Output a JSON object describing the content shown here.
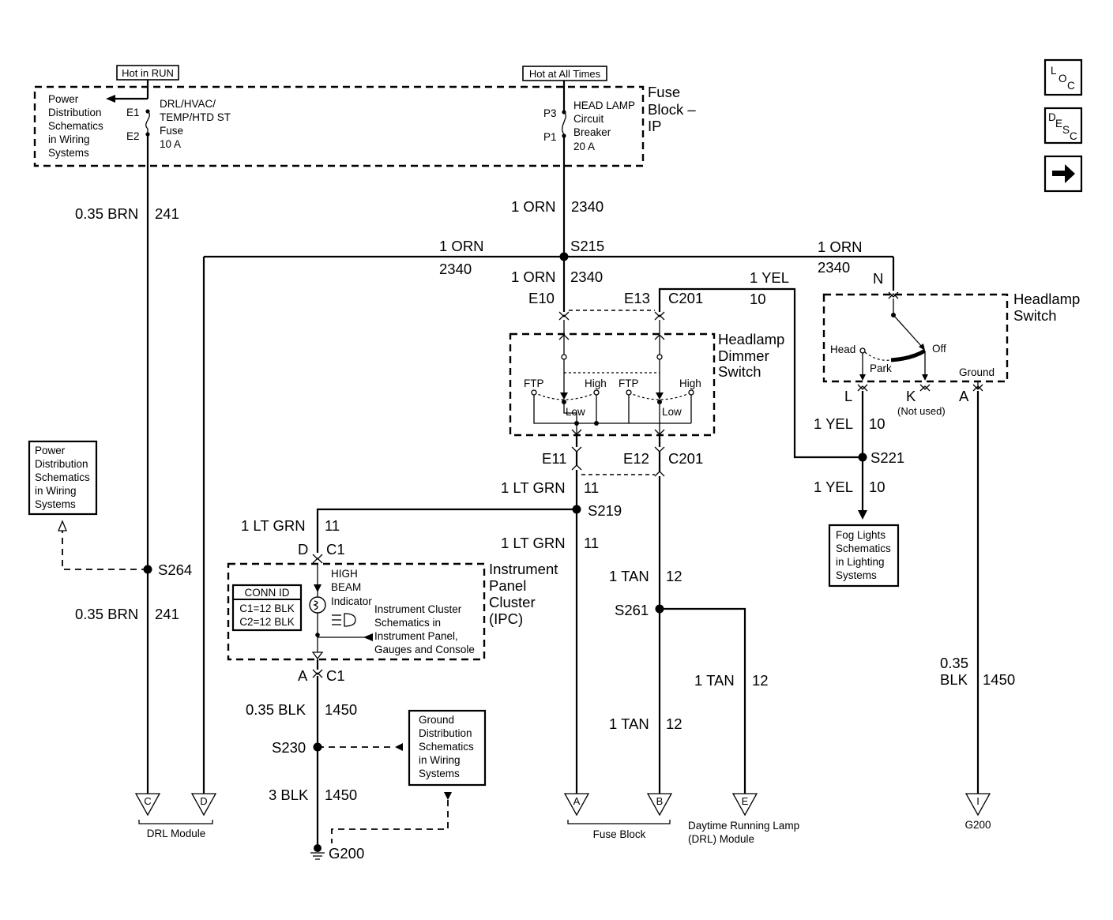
{
  "labels": {
    "hot_run": "Hot in RUN",
    "hot_all": "Hot at All Times",
    "fuse_block_1": "Fuse",
    "fuse_block_2": "Block –",
    "fuse_block_3": "IP",
    "pd1_1": "Power",
    "pd1_2": "Distribution",
    "pd1_3": "Schematics",
    "pd1_4": "in Wiring",
    "pd1_5": "Systems",
    "fuse_e1": "E1",
    "fuse_e2": "E2",
    "fuse_name_1": "DRL/HVAC/",
    "fuse_name_2": "TEMP/HTD ST",
    "fuse_name_3": "Fuse",
    "fuse_name_4": "10 A",
    "cb_p3": "P3",
    "cb_p1": "P1",
    "cb_name_1": "HEAD LAMP",
    "cb_name_2": "Circuit",
    "cb_name_3": "Breaker",
    "cb_name_4": "20 A",
    "w_brn_1": "0.35 BRN",
    "w_241_1": "241",
    "w_orn_top": "1 ORN",
    "w_2340_top": "2340",
    "w_orn_left": "1 ORN",
    "w_2340_left": "2340",
    "s215": "S215",
    "w_orn_mid": "1 ORN",
    "w_2340_mid": "2340",
    "w_orn_right": "1 ORN",
    "w_2340_right": "2340",
    "w_yel_top": "1 YEL",
    "w_10_top": "10",
    "e10": "E10",
    "e13": "E13",
    "c201_top": "C201",
    "pin_n": "N",
    "hl_switch_1": "Headlamp",
    "hl_switch_2": "Switch",
    "sw_head": "Head",
    "sw_off": "Off",
    "sw_park": "Park",
    "sw_ground": "Ground",
    "pin_l": "L",
    "pin_k": "K",
    "pin_a_sw": "A",
    "not_used": "(Not used)",
    "dim_1": "Headlamp",
    "dim_2": "Dimmer",
    "dim_3": "Switch",
    "ftp_1": "FTP",
    "high_1": "High",
    "low_1": "Low",
    "ftp_2": "FTP",
    "high_2": "High",
    "low_2": "Low",
    "w_yel_a": "1 YEL",
    "w_10_a": "10",
    "s221": "S221",
    "w_yel_b": "1 YEL",
    "w_10_b": "10",
    "fog_1": "Fog Lights",
    "fog_2": "Schematics",
    "fog_3": "in Lighting",
    "fog_4": "Systems",
    "e11": "E11",
    "e12": "E12",
    "c201_bot": "C201",
    "w_ltgrn_a": "1 LT GRN",
    "w_11_a": "11",
    "s219": "S219",
    "w_ltgrn_b": "1 LT GRN",
    "w_11_b": "11",
    "pin_d": "D",
    "c1_top": "C1",
    "w_ltgrn_c": "1 LT GRN",
    "w_11_c": "11",
    "pd2_1": "Power",
    "pd2_2": "Distribution",
    "pd2_3": "Schematics",
    "pd2_4": "in Wiring",
    "pd2_5": "Systems",
    "s264": "S264",
    "ipc_1": "Instrument",
    "ipc_2": "Panel",
    "ipc_3": "Cluster",
    "ipc_4": "(IPC)",
    "conn_id": "CONN ID",
    "conn_c1": "C1=12 BLK",
    "conn_c2": "C2=12 BLK",
    "hb_1": "HIGH",
    "hb_2": "BEAM",
    "hb_3": "Indicator",
    "ics_1": "Instrument Cluster",
    "ics_2": "Schematics in",
    "ics_3": "Instrument Panel,",
    "ics_4": "Gauges and Console",
    "w_brn_2": "0.35 BRN",
    "w_241_2": "241",
    "w_tan_a": "1 TAN",
    "w_12_a": "12",
    "s261": "S261",
    "w_tan_b": "1 TAN",
    "w_12_b": "12",
    "w_tan_c": "1 TAN",
    "w_12_c": "12",
    "pin_a_ipc": "A",
    "c1_bot": "C1",
    "w_blk_a": "0.35 BLK",
    "w_1450_a": "1450",
    "s230": "S230",
    "gd_1": "Ground",
    "gd_2": "Distribution",
    "gd_3": "Schematics",
    "gd_4": "in Wiring",
    "gd_5": "Systems",
    "w_blk_b": "3 BLK",
    "w_1450_b": "1450",
    "g200_main": "G200",
    "w_blk_r1": "0.35",
    "w_blk_r2": "BLK",
    "w_1450_r": "1450",
    "t_c": "C",
    "t_d": "D",
    "t_a": "A",
    "t_b": "B",
    "t_e": "E",
    "t_i": "I",
    "drl_module": "DRL Module",
    "fuse_block_bottom": "Fuse Block",
    "drl_lamp_1": "Daytime Running Lamp",
    "drl_lamp_2": "(DRL) Module",
    "g200_right": "G200"
  },
  "side_buttons": {
    "loc": [
      "L",
      "O",
      "C"
    ],
    "desc": [
      "D",
      "E",
      "S",
      "C"
    ],
    "next_icon": "arrow-right-icon"
  }
}
